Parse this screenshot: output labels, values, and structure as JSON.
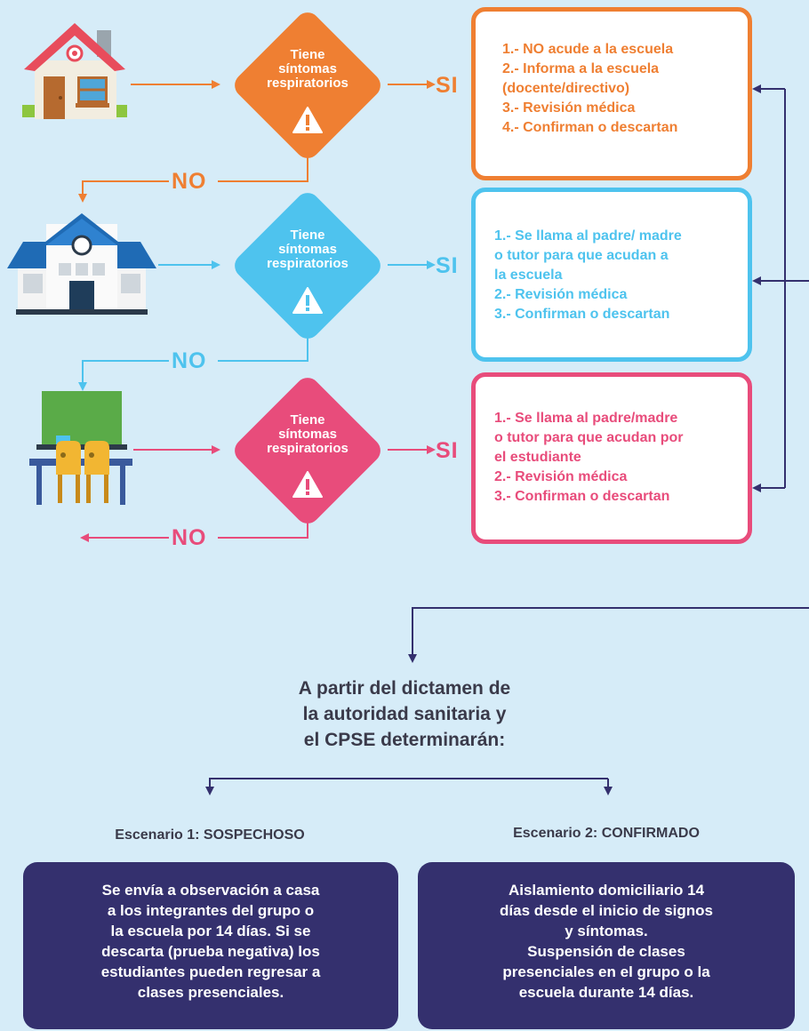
{
  "colors": {
    "background": "#d6ecf8",
    "orange": "#ef7f32",
    "blue": "#4ec3ee",
    "pink": "#e84c7b",
    "navy": "#34306e",
    "dark_text": "#3a3a4a"
  },
  "decision_label": [
    "Tiene",
    "síntomas",
    "respiratorios"
  ],
  "yes_label": "SI",
  "no_label": "NO",
  "rows": [
    {
      "icon": "house-icon",
      "color": "#ef7f32",
      "box_lines": [
        "1.- NO acude a la escuela",
        "2.- Informa a la escuela",
        "(docente/directivo)",
        "3.- Revisión médica",
        "4.- Confirman o descartan"
      ]
    },
    {
      "icon": "school-icon",
      "color": "#4ec3ee",
      "box_lines": [
        "1.- Se llama al padre/ madre",
        "o tutor para que acudan a",
        "la escuela",
        "2.- Revisión médica",
        "3.- Confirman o descartan"
      ]
    },
    {
      "icon": "classroom-icon",
      "color": "#e84c7b",
      "box_lines": [
        "1.- Se llama al padre/madre",
        "o tutor para que acudan por",
        "el estudiante",
        "2.- Revisión médica",
        "3.- Confirman o descartan"
      ]
    }
  ],
  "decision_text": [
    "A partir del dictamen de",
    "la autoridad sanitaria y",
    "el CPSE determinarán:"
  ],
  "scenarios": [
    {
      "title": "Escenario 1: SOSPECHOSO",
      "lines": [
        "Se envía a observación a casa",
        "a los integrantes del grupo o",
        "la escuela por 14 días. Si se",
        "descarta (prueba negativa) los",
        "estudiantes pueden regresar a",
        "clases presenciales."
      ]
    },
    {
      "title": "Escenario 2: CONFIRMADO",
      "lines": [
        "Aislamiento domiciliario 14",
        "días desde el inicio de signos",
        "y síntomas.",
        "Suspensión de clases",
        "presenciales en el grupo o la",
        "escuela durante 14 días."
      ]
    }
  ]
}
